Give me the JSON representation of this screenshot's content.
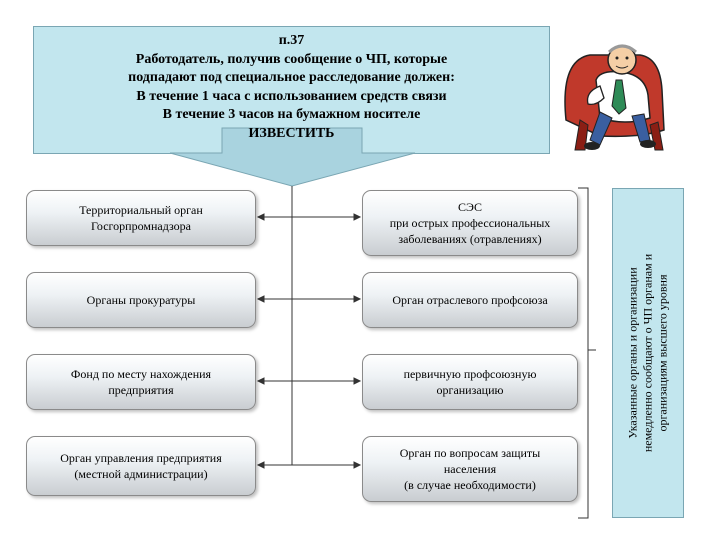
{
  "header": {
    "lines": [
      "п.37",
      "Работодатель, получив сообщение о ЧП, которые",
      "подпадают под специальное расследование должен:",
      "В течение 1 часа с использованием средств связи",
      "В течение 3 часов на бумажном носителе",
      "ИЗВЕСТИТЬ"
    ]
  },
  "left_boxes": [
    {
      "lines": [
        "Территориальный орган",
        "Госгорпромнадзора"
      ]
    },
    {
      "lines": [
        "Органы прокуратуры"
      ]
    },
    {
      "lines": [
        "Фонд по месту нахождения",
        "предприятия"
      ]
    },
    {
      "lines": [
        "Орган управления предприятия",
        "(местной администрации)"
      ]
    }
  ],
  "right_boxes": [
    {
      "lines": [
        "СЭС",
        "при острых профессиональных",
        "заболеваниях (отравлениях)"
      ]
    },
    {
      "lines": [
        "Орган отраслевого профсоюза"
      ]
    },
    {
      "lines": [
        "первичную профсоюзную",
        "организацию"
      ]
    },
    {
      "lines": [
        "Орган по вопросам защиты",
        "населения",
        "(в случае необходимости)"
      ]
    }
  ],
  "side_note": {
    "lines": [
      "Указанные органы и организации",
      "немедленно сообщают о ЧП органам и",
      "организациям высшего уровня"
    ]
  },
  "colors": {
    "header_bg": "#c2e6ee",
    "arrow": "#a9d3df",
    "box_border": "#8a8a8a"
  }
}
